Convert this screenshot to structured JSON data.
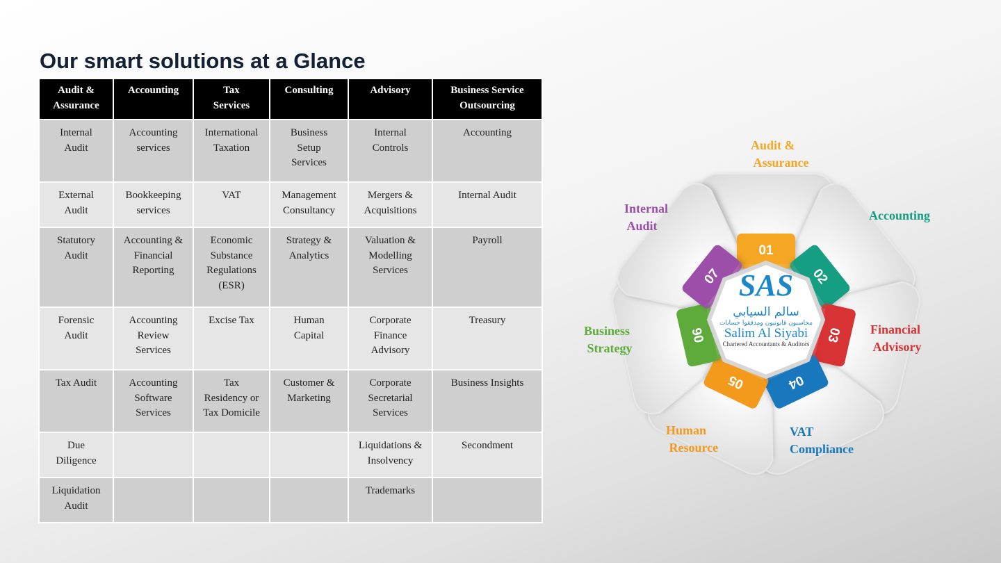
{
  "title": "Our smart solutions at a Glance",
  "table": {
    "headers": [
      "Audit &\nAssurance",
      "Accounting",
      "Tax\nServices",
      "Consulting",
      "Advisory",
      "Business Service\nOutsourcing"
    ],
    "rows": [
      [
        "Internal\nAudit",
        "Accounting\nservices",
        "International\nTaxation",
        "Business\nSetup\nServices",
        "Internal\nControls",
        "Accounting"
      ],
      [
        "External\nAudit",
        "Bookkeeping\nservices",
        "VAT",
        "Management\nConsultancy",
        "Mergers &\nAcquisitions",
        "Internal Audit"
      ],
      [
        "Statutory\nAudit",
        "Accounting &\nFinancial\nReporting",
        "Economic\nSubstance\nRegulations\n(ESR)",
        "Strategy &\nAnalytics",
        "Valuation &\nModelling\nServices",
        "Payroll"
      ],
      [
        "Forensic\nAudit",
        "Accounting\nReview\nServices",
        "Excise Tax",
        "Human\nCapital",
        "Corporate\nFinance\nAdvisory",
        "Treasury"
      ],
      [
        "Tax Audit",
        "Accounting\nSoftware\nServices",
        "Tax\nResidency or\nTax Domicile",
        "Customer &\nMarketing",
        "Corporate\nSecretarial\nServices",
        "Business Insights"
      ],
      [
        "Due\nDiligence",
        "",
        "",
        "",
        "Liquidations &\nInsolvency",
        "Secondment"
      ],
      [
        "Liquidation\nAudit",
        "",
        "",
        "",
        "Trademarks",
        ""
      ]
    ]
  },
  "diagram": {
    "petals": [
      {
        "num": "01",
        "label": "Audit &\n    Assurance",
        "color": "#f5a623"
      },
      {
        "num": "02",
        "label": "Accounting",
        "color": "#169e83"
      },
      {
        "num": "03",
        "label": "Financial\n    Advisory",
        "color": "#d73334"
      },
      {
        "num": "04",
        "label": "VAT\nCompliance",
        "color": "#1977bd"
      },
      {
        "num": "05",
        "label": "Human\n  Resource",
        "color": "#f39a1c"
      },
      {
        "num": "06",
        "label": "Business\n  Strategy",
        "color": "#5eab3b"
      },
      {
        "num": "07",
        "label": "Internal\n  Audit",
        "color": "#9b4fa8"
      }
    ],
    "logo": {
      "mark": "SAS",
      "arabic_name": "سالم السيابي",
      "arabic_tagline": "محاسبون قانونيون ومدققوا حسابات",
      "name": "Salim Al Siyabi",
      "tagline": "Chartered Accountants & Auditors"
    },
    "logo_color": "#1b86c8"
  }
}
